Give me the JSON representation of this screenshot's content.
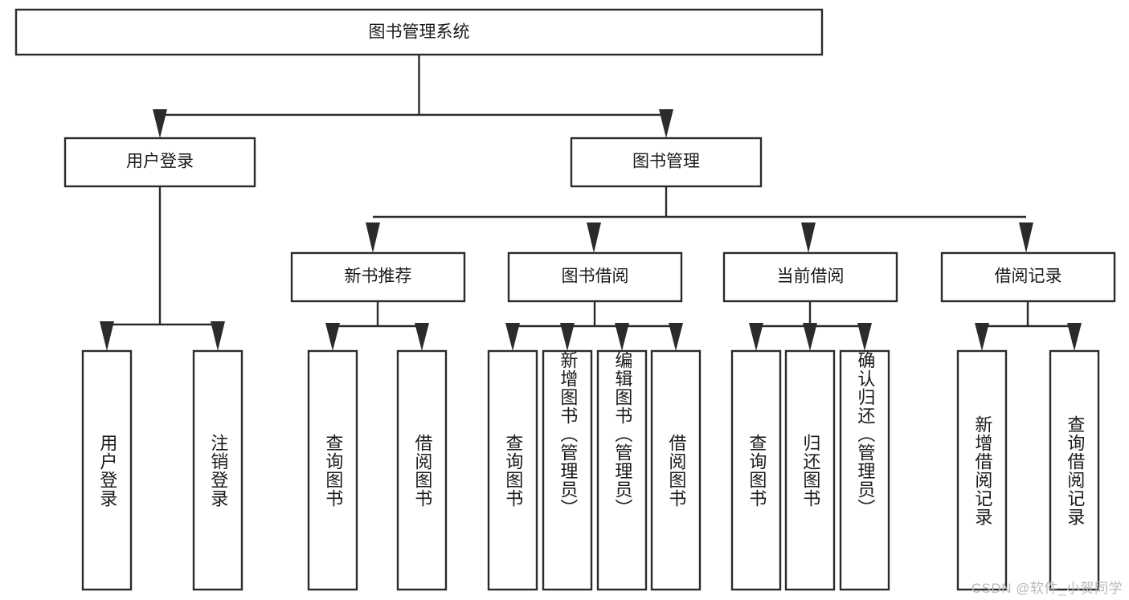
{
  "diagram": {
    "title": "图书管理系统",
    "type": "tree-hierarchy",
    "root": {
      "label": "图书管理系统",
      "level": 0
    },
    "level1": [
      {
        "label": "用户登录"
      },
      {
        "label": "图书管理"
      }
    ],
    "level2": [
      {
        "label": "新书推荐"
      },
      {
        "label": "图书借阅"
      },
      {
        "label": "当前借阅"
      },
      {
        "label": "借阅记录"
      }
    ],
    "leaves": {
      "user_login": [
        {
          "label": "用户登录"
        },
        {
          "label": "注销登录"
        }
      ],
      "new_book_recommend": [
        {
          "label": "查询图书"
        },
        {
          "label": "借阅图书"
        }
      ],
      "book_borrow": [
        {
          "label": "查询图书"
        },
        {
          "label": "新增图书（管理员）"
        },
        {
          "label": "编辑图书（管理员）"
        },
        {
          "label": "借阅图书"
        }
      ],
      "current_borrow": [
        {
          "label": "查询图书"
        },
        {
          "label": "归还图书"
        },
        {
          "label": "确认归还（管理员）"
        }
      ],
      "borrow_record": [
        {
          "label": "新增借阅记录"
        },
        {
          "label": "查询借阅记录"
        }
      ]
    },
    "watermark": "CSDN @软件_小贺同学",
    "colors": {
      "stroke": "#2b2b2b",
      "fill": "#ffffff",
      "text": "#1a1a1a",
      "watermark": "#b9b9b9"
    }
  }
}
